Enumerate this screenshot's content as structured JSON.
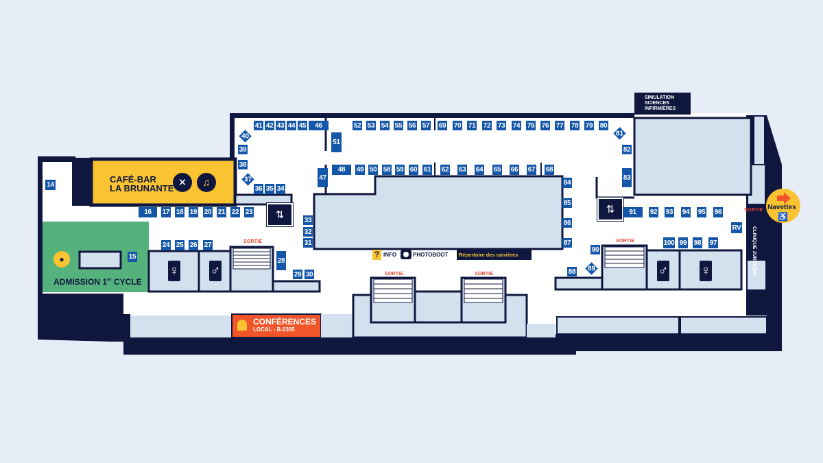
{
  "colors": {
    "background": "#e6edf7",
    "walls": "#10173f",
    "rooms": "#d3e0ee",
    "booth": "#1456a8",
    "cafe": "#f9c332",
    "admission": "#55b27c",
    "conferences": "#f0562a",
    "exit": "#e8432a"
  },
  "areas": {
    "cafe_line1": "CAFÉ-BAR",
    "cafe_line2": "LA BRUNANTE",
    "admission": "ADMISSION 1",
    "admission_sup": "er",
    "admission_end": " CYCLE",
    "conferences_title": "CONFÉRENCES",
    "conferences_room": "LOCAL - B-2305",
    "simulation_1": "SIMULATION",
    "simulation_2": "SCIENCES",
    "simulation_3": "INFIRMIÈRES",
    "clinique": "CLINIQUE JURIDIQUE",
    "navettes": "Navettes"
  },
  "exit_label": "SORTIE",
  "services": {
    "info": "INFO",
    "photobooth": "PHOTOBOOT",
    "careers": "Répertoire des carrières"
  },
  "icons": [
    "fork-knife-icon",
    "music-notes-icon",
    "restroom-women-icon",
    "restroom-men-icon",
    "elevator-icon",
    "stairs-icon",
    "info-icon",
    "camera-icon",
    "arrow-right-icon",
    "wheelchair-icon",
    "admission-person-icon",
    "conference-person-icon"
  ],
  "booths": [
    "14",
    "15",
    "16",
    "17",
    "18",
    "19",
    "20",
    "21",
    "22",
    "23",
    "24",
    "25",
    "26",
    "27",
    "28",
    "29",
    "30",
    "31",
    "32",
    "33",
    "34",
    "35",
    "36",
    "38",
    "39",
    "41",
    "42",
    "43",
    "44",
    "45",
    "46",
    "47",
    "48",
    "49",
    "50",
    "51",
    "52",
    "53",
    "54",
    "55",
    "56",
    "57",
    "58",
    "59",
    "60",
    "61",
    "62",
    "63",
    "64",
    "65",
    "66",
    "67",
    "68",
    "69",
    "70",
    "71",
    "72",
    "73",
    "74",
    "75",
    "76",
    "77",
    "78",
    "79",
    "80",
    "82",
    "83",
    "84",
    "85",
    "86",
    "87",
    "88",
    "90",
    "91",
    "92",
    "93",
    "94",
    "95",
    "96",
    "97",
    "98",
    "99",
    "100",
    "RV"
  ],
  "diamond_booths": [
    "37",
    "40",
    "81",
    "89"
  ]
}
